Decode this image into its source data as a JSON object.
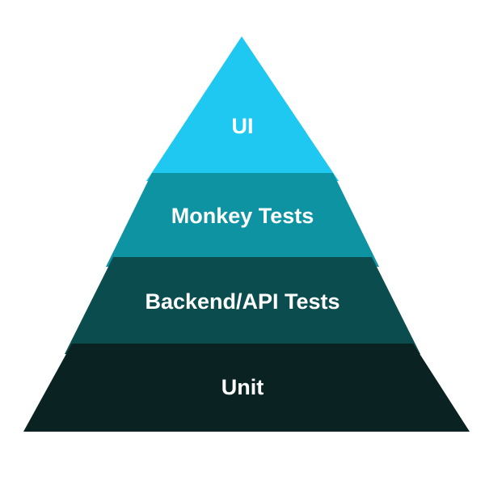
{
  "diagram": {
    "tiers": [
      {
        "label": "UI",
        "color": "#1ec8f0"
      },
      {
        "label": "Monkey Tests",
        "color": "#0e93a3"
      },
      {
        "label": "Backend/API Tests",
        "color": "#0b4d4f"
      },
      {
        "label": "Unit",
        "color": "#0a2222"
      }
    ],
    "edge_colors": [
      "#1aaecf",
      "#0b7f8d",
      "#093f42"
    ]
  }
}
